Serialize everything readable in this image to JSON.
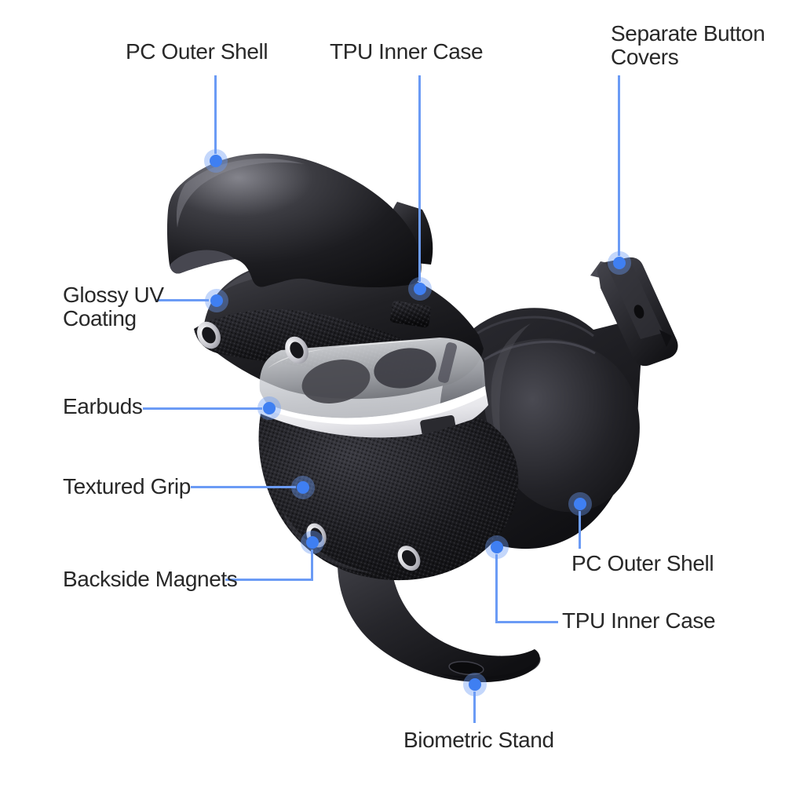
{
  "colors": {
    "background": "#ffffff",
    "label_text": "#282828",
    "leader_line": "#6b9bf5",
    "callout_dot": "#3f7ff2",
    "dot_halo": "rgba(108,156,245,0.40)",
    "product_dark": "#131316",
    "product_highlight": "#7d7d84",
    "white_case": "#f4f4f6"
  },
  "callouts": [
    {
      "id": "pc-outer-shell-top",
      "label": "PC Outer Shell"
    },
    {
      "id": "tpu-inner-case-top",
      "label": "TPU Inner Case"
    },
    {
      "id": "separate-button-covers",
      "label": "Separate Button Covers"
    },
    {
      "id": "glossy-uv-coating",
      "label": "Glossy UV Coating"
    },
    {
      "id": "earbuds",
      "label": "Earbuds"
    },
    {
      "id": "textured-grip",
      "label": "Textured Grip"
    },
    {
      "id": "backside-magnets",
      "label": "Backside Magnets"
    },
    {
      "id": "pc-outer-shell-right",
      "label": "PC Outer Shell"
    },
    {
      "id": "tpu-inner-case-right",
      "label": "TPU Inner Case"
    },
    {
      "id": "biometric-stand",
      "label": "Biometric Stand"
    }
  ]
}
